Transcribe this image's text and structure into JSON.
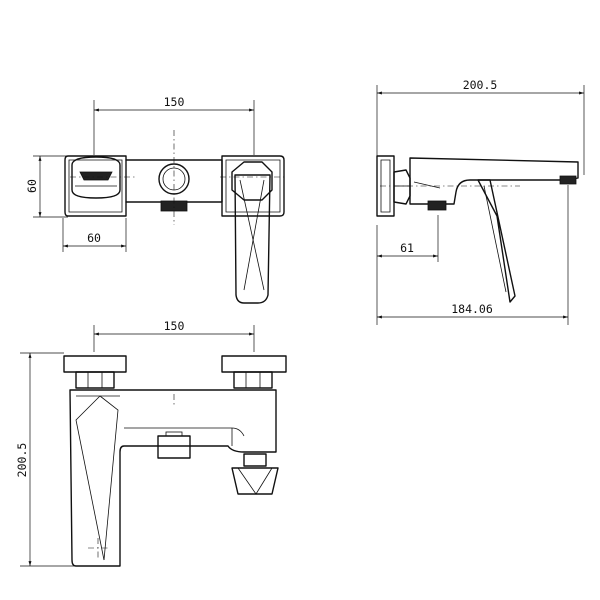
{
  "dimensions": {
    "top_view_width": "150",
    "top_view_height": "60",
    "top_view_handle_width": "60",
    "side_view_height_top": "200.5",
    "side_view_depth": "61",
    "side_view_length": "184.06",
    "front_view_width": "150",
    "front_view_height": "200.5"
  }
}
